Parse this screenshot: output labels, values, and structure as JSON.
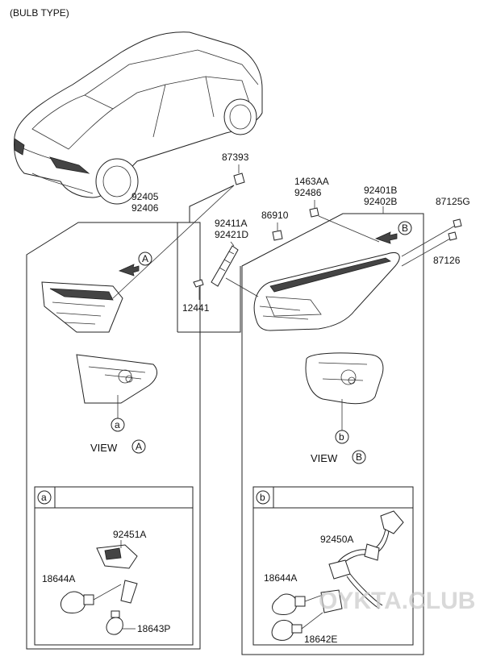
{
  "header": {
    "title": "(BULB TYPE)"
  },
  "labels": {
    "p87393": "87393",
    "p92405": "92405",
    "p92406": "92406",
    "p1463AA": "1463AA",
    "p92486": "92486",
    "p92401B": "92401B",
    "p92402B": "92402B",
    "p87125G": "87125G",
    "p92411A": "92411A",
    "p92421D": "92421D",
    "p86910": "86910",
    "p87126": "87126",
    "p12441": "12441",
    "p92451A": "92451A",
    "p18644A_left": "18644A",
    "p18643P": "18643P",
    "p92450A": "92450A",
    "p18644A_right": "18644A",
    "p18642E": "18642E"
  },
  "markers": {
    "A": "A",
    "B": "B",
    "a": "a",
    "b": "b"
  },
  "views": {
    "view_a_text": "VIEW",
    "view_b_text": "VIEW"
  },
  "watermark": "OYKTA.CLUB"
}
